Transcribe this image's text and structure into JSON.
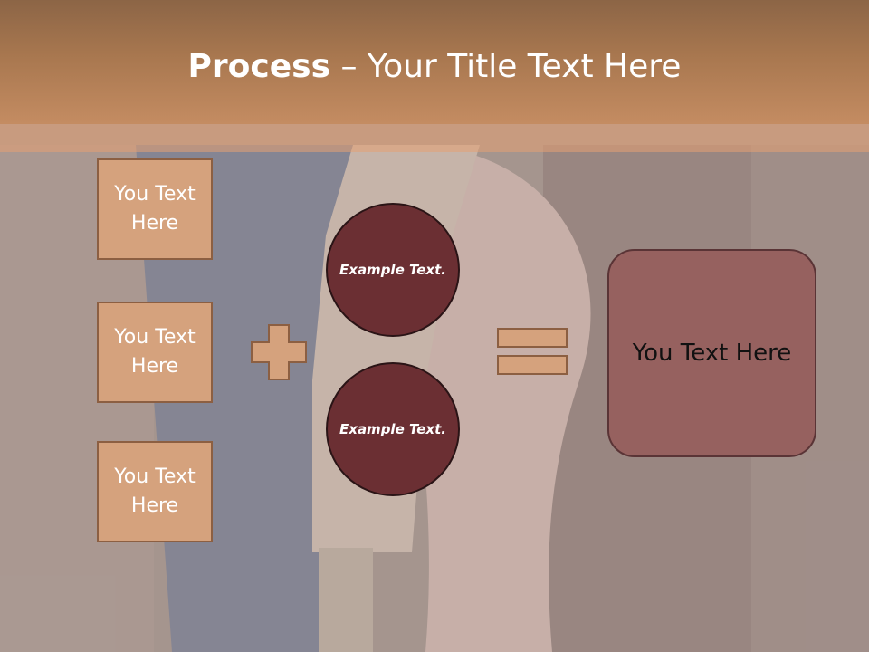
{
  "title": {
    "bold": "Process",
    "rest": " – Your Title Text Here"
  },
  "left_boxes": [
    {
      "label": "You Text Here"
    },
    {
      "label": "You Text Here"
    },
    {
      "label": "You Text Here"
    }
  ],
  "circles": [
    {
      "label": "Example Text."
    },
    {
      "label": "Example Text."
    }
  ],
  "result": {
    "label": "You Text Here"
  },
  "colors": {
    "title_bar": "#a8774f",
    "box": "#d5a27d",
    "circle": "#6b2f33",
    "result": "#96615f"
  },
  "icons": {
    "operator_1": "plus-sign",
    "operator_2": "equals-sign"
  }
}
